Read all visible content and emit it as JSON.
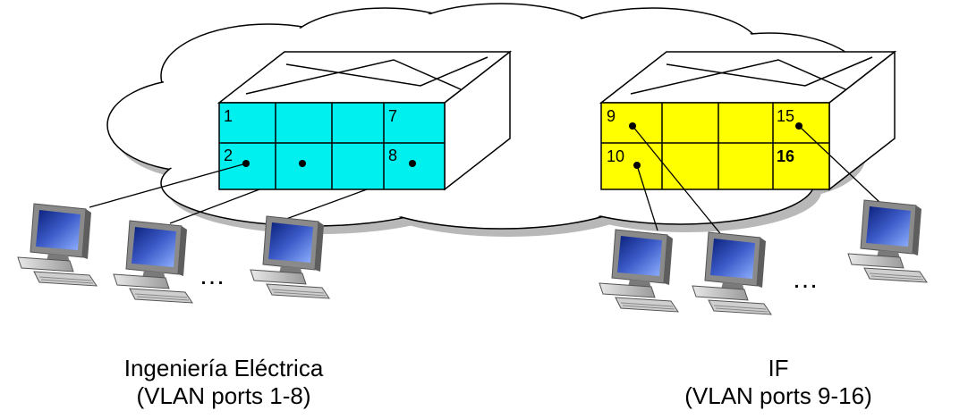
{
  "groups": [
    {
      "id": "left",
      "name": "Ingeniería Eléctrica",
      "vlan": "(VLAN ports 1-8)",
      "color": "#00f0f0",
      "port_labels": [
        "1",
        "7",
        "2",
        "8"
      ],
      "ellipsis": "…"
    },
    {
      "id": "right",
      "name": "IF",
      "vlan": "(VLAN ports 9-16)",
      "color": "#ffff00",
      "port_labels": [
        "9",
        "15",
        "10",
        "16"
      ],
      "ellipsis": "…"
    }
  ],
  "colors": {
    "cloud": "#ffffff",
    "cloud_shadow": "#b8b8b8",
    "outline": "#000000",
    "screen": "#1f3a9a"
  }
}
